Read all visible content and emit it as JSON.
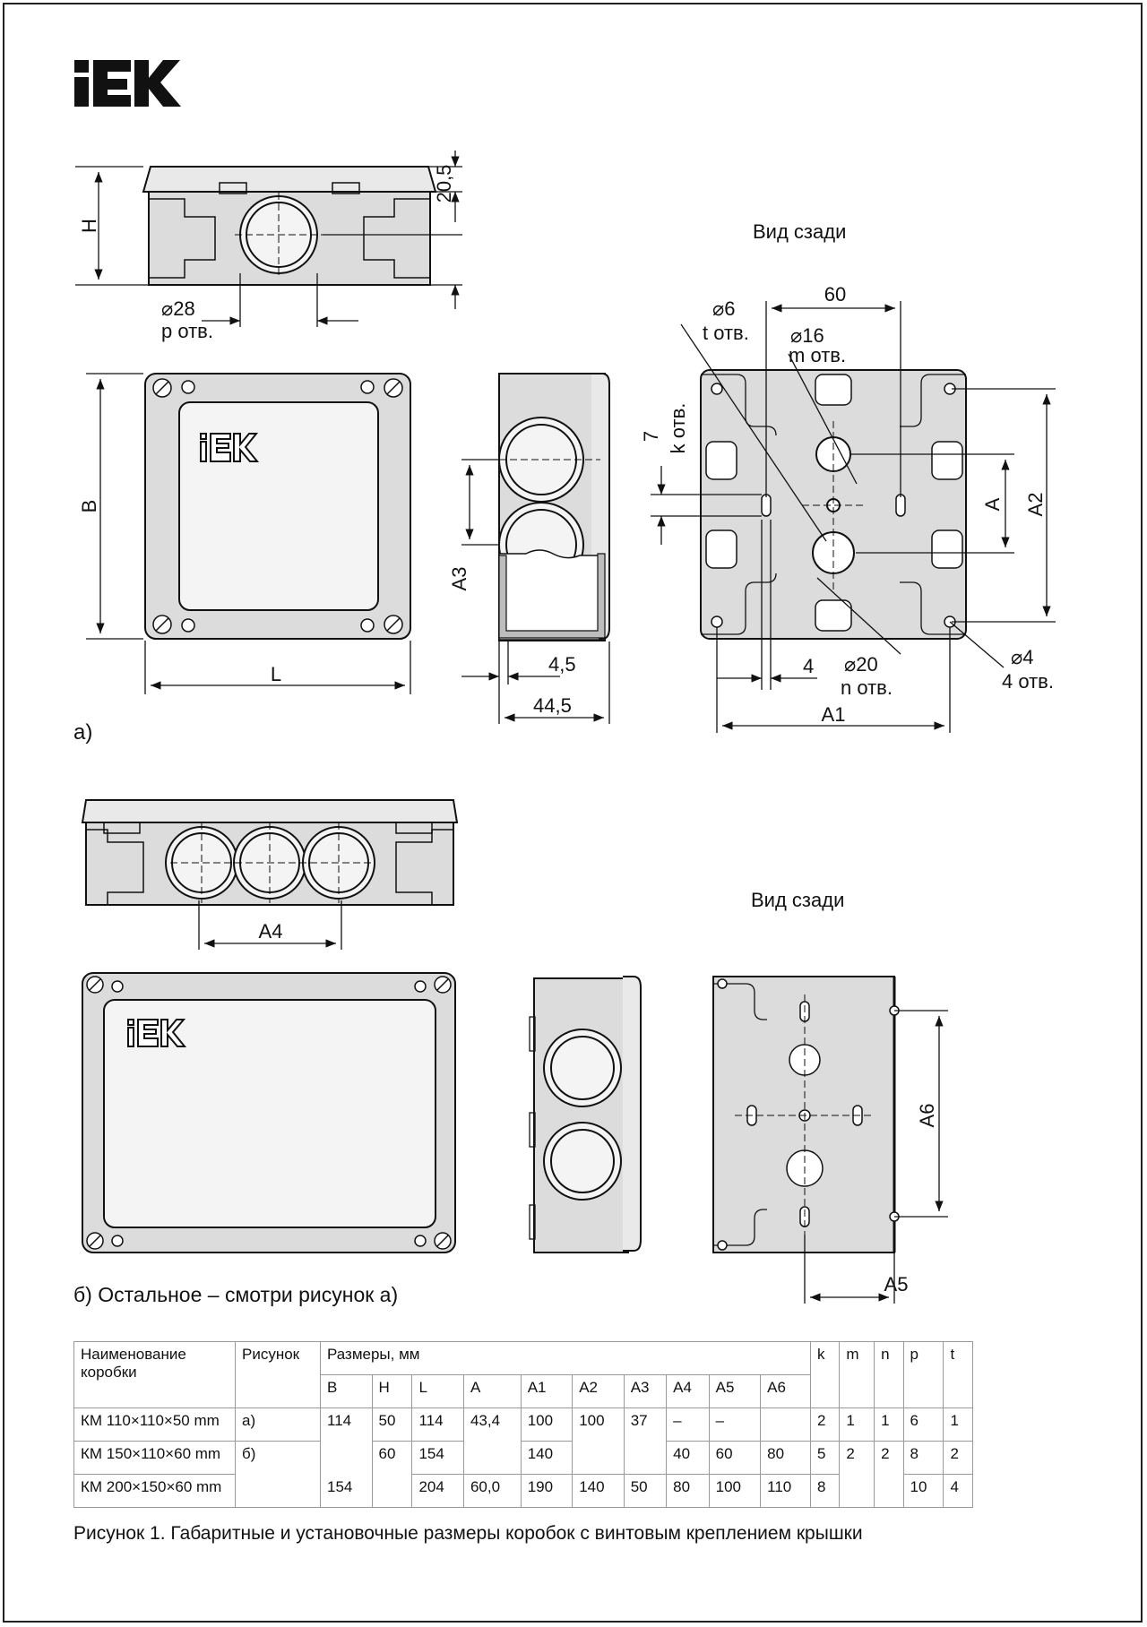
{
  "brand": {
    "logo_text": "IEK",
    "cover_logo_text": "IEK"
  },
  "figure_a": {
    "rear_view_label": "Вид сзади",
    "side": {
      "h": "H",
      "dim_20_5": "20,5",
      "dim_d28": "⌀28",
      "p_holes": "p отв."
    },
    "front": {
      "b": "B",
      "l": "L"
    },
    "section": {
      "a3": "A3",
      "dim_4_5": "4,5",
      "dim_44_5": "44,5"
    },
    "rear": {
      "d6": "⌀6",
      "t_holes": "t отв.",
      "dim_60": "60",
      "d16": "⌀16",
      "m_holes": "m отв.",
      "dim_7": "7",
      "k_holes": "k отв.",
      "a": "A",
      "a2": "A2",
      "dim_4": "4",
      "d20": "⌀20",
      "n_holes": "n отв.",
      "d4": "⌀4",
      "four_holes": "4 отв.",
      "a1": "A1"
    },
    "label": "а)"
  },
  "figure_b": {
    "rear_view_label": "Вид сзади",
    "a4": "A4",
    "a5": "A5",
    "a6": "A6",
    "caption": "б) Остальное – смотри рисунок а)"
  },
  "table": {
    "head": {
      "name": "Наименование коробки",
      "figure": "Рисунок",
      "dims": "Размеры, мм",
      "k": "k",
      "m": "m",
      "n": "n",
      "p": "p",
      "t": "t",
      "cols": [
        "B",
        "H",
        "L",
        "A",
        "A1",
        "A2",
        "A3",
        "A4",
        "A5",
        "A6"
      ]
    },
    "rows": [
      {
        "name": "КМ 110×110×50 mm",
        "fig": "а)",
        "B": "114",
        "H": "50",
        "L": "114",
        "A": "43,4",
        "A1": "100",
        "A2": "100",
        "A3": "37",
        "A4": "–",
        "A5": "–",
        "A6": "",
        "k": "2",
        "m": "1",
        "n": "1",
        "p": "6",
        "t": "1"
      },
      {
        "name": "КМ 150×110×60 mm",
        "fig": "б)",
        "B": "",
        "H": "60",
        "L": "154",
        "A": "",
        "A1": "140",
        "A2": "",
        "A3": "",
        "A4": "40",
        "A5": "60",
        "A6": "80",
        "k": "5",
        "m": "2",
        "n": "2",
        "p": "8",
        "t": "2"
      },
      {
        "name": "КМ 200×150×60 mm",
        "fig": "",
        "B": "154",
        "H": "",
        "L": "204",
        "A": "60,0",
        "A1": "190",
        "A2": "140",
        "A3": "50",
        "A4": "80",
        "A5": "100",
        "A6": "110",
        "k": "8",
        "m": "",
        "n": "",
        "p": "10",
        "t": "4"
      }
    ]
  },
  "figure_caption": "Рисунок 1. Габаритные и установочные размеры коробок с винтовым креплением крышки"
}
